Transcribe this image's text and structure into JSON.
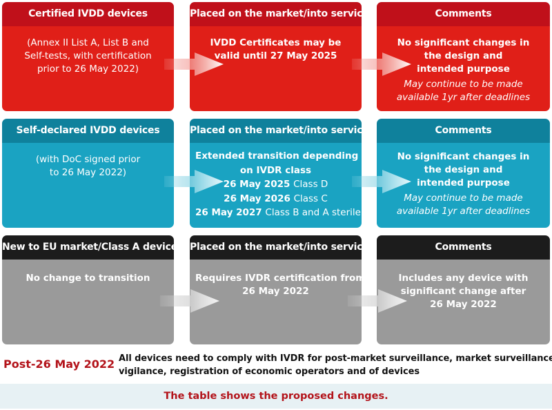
{
  "rows": [
    {
      "theme": "red",
      "c1": {
        "header": "Certified IVDD devices",
        "lines": [
          "(Annex II List A, List B and",
          "Self-tests, with certification",
          "prior to 26 May 2022)"
        ]
      },
      "c2": {
        "header": "Placed on the market/into service",
        "lines": [
          "IVDD Certificates may be",
          "valid until 27 May 2025"
        ]
      },
      "c3": {
        "header": "Comments",
        "lines": [
          "No significant changes in",
          "the design and",
          "intended purpose"
        ],
        "italic": [
          "May continue to be made",
          "available 1yr after deadlines"
        ]
      }
    },
    {
      "theme": "teal",
      "c1": {
        "header": "Self-declared IVDD devices",
        "lines": [
          "(with DoC signed prior",
          "to 26 May 2022)"
        ]
      },
      "c2": {
        "header": "Placed on the market/into service",
        "lines": [
          "Extended transition depending",
          "on IVDR class"
        ],
        "dates": [
          {
            "date": "26 May 2025",
            "cls": "Class D"
          },
          {
            "date": "26 May 2026",
            "cls": "Class C"
          },
          {
            "date": "26 May 2027",
            "cls": "Class B and A sterile"
          }
        ]
      },
      "c3": {
        "header": "Comments",
        "lines": [
          "No significant changes in",
          "the design and",
          "intended purpose"
        ],
        "italic": [
          "May continue to be made",
          "available 1yr after deadlines"
        ]
      }
    },
    {
      "theme": "grey",
      "c1": {
        "header": "New to EU market/Class A devices",
        "lines": [
          "No change to transition"
        ]
      },
      "c2": {
        "header": "Placed on the market/into service",
        "lines": [
          "Requires IVDR certification from",
          "26 May 2022"
        ]
      },
      "c3": {
        "header": "Comments",
        "lines": [
          "Includes any device with",
          "significant change after",
          "26 May 2022"
        ]
      }
    }
  ],
  "post": {
    "label": "Post-26 May 2022",
    "lines": [
      "All devices need to comply with IVDR for post-market surveillance, market surveillance,",
      "vigilance, registration of economic operators and of devices"
    ]
  },
  "footer": "The table shows the proposed changes.",
  "colors": {
    "red": "#e01f18",
    "teal": "#1aa3c2",
    "grey": "#9a9a9a",
    "accent": "#b3131a"
  }
}
